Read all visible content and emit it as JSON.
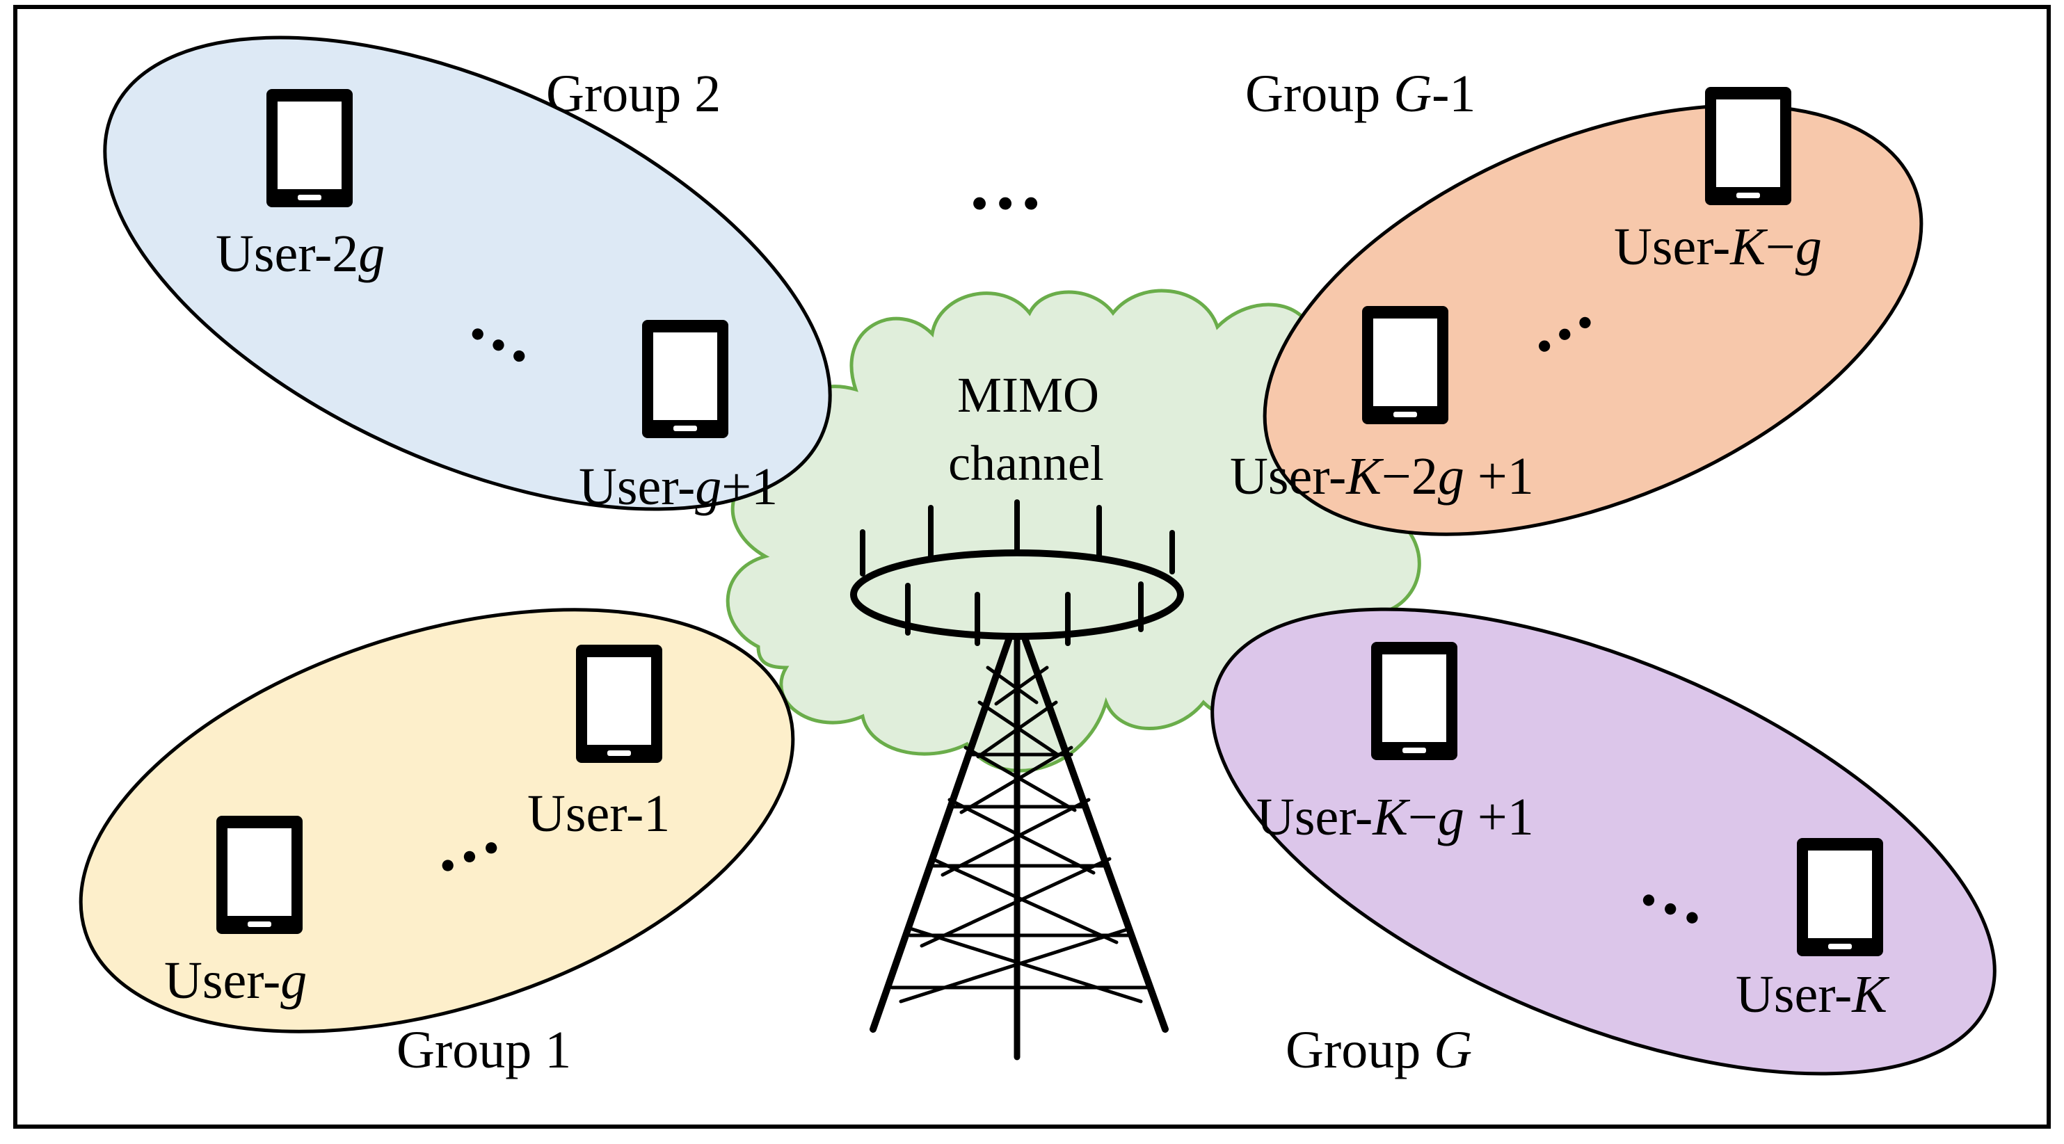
{
  "colors": {
    "group1": "#fdefcb",
    "group2": "#dde9f5",
    "groupGm1": "#f7c8ab",
    "groupG": "#dcc6ea",
    "cloud_fill": "#e0eedb",
    "cloud_stroke": "#6aad4a",
    "stroke": "#000000"
  },
  "center": {
    "line1": "MIMO",
    "line2": "channel",
    "icon": "antenna-tower-icon"
  },
  "ellipsis": "…",
  "groups": {
    "g2": {
      "name": "Group 2",
      "user_a": {
        "prefix": "User-2",
        "var": "g",
        "suffix": ""
      },
      "user_b": {
        "prefix": "User-",
        "var": "g",
        "suffix": "+1"
      }
    },
    "gm1": {
      "name_prefix": "Group ",
      "name_var": "G",
      "name_suffix": "-1",
      "user_a": {
        "prefix": "User-",
        "var1": "K",
        "mid": "−",
        "var2": "g",
        "suffix": ""
      },
      "user_b": {
        "prefix": "User-",
        "var1": "K",
        "mid": "−2",
        "var2": "g",
        "suffix": " +1"
      }
    },
    "g1": {
      "name": "Group 1",
      "user_a": {
        "text": "User-1"
      },
      "user_b": {
        "prefix": "User-",
        "var": "g"
      }
    },
    "g": {
      "name_prefix": "Group ",
      "name_var": "G",
      "user_a": {
        "prefix": "User-",
        "var1": "K",
        "mid": "−",
        "var2": "g",
        "suffix": " +1"
      },
      "user_b": {
        "prefix": "User-",
        "var": "K"
      }
    }
  },
  "icons": {
    "device": "tablet-icon"
  }
}
